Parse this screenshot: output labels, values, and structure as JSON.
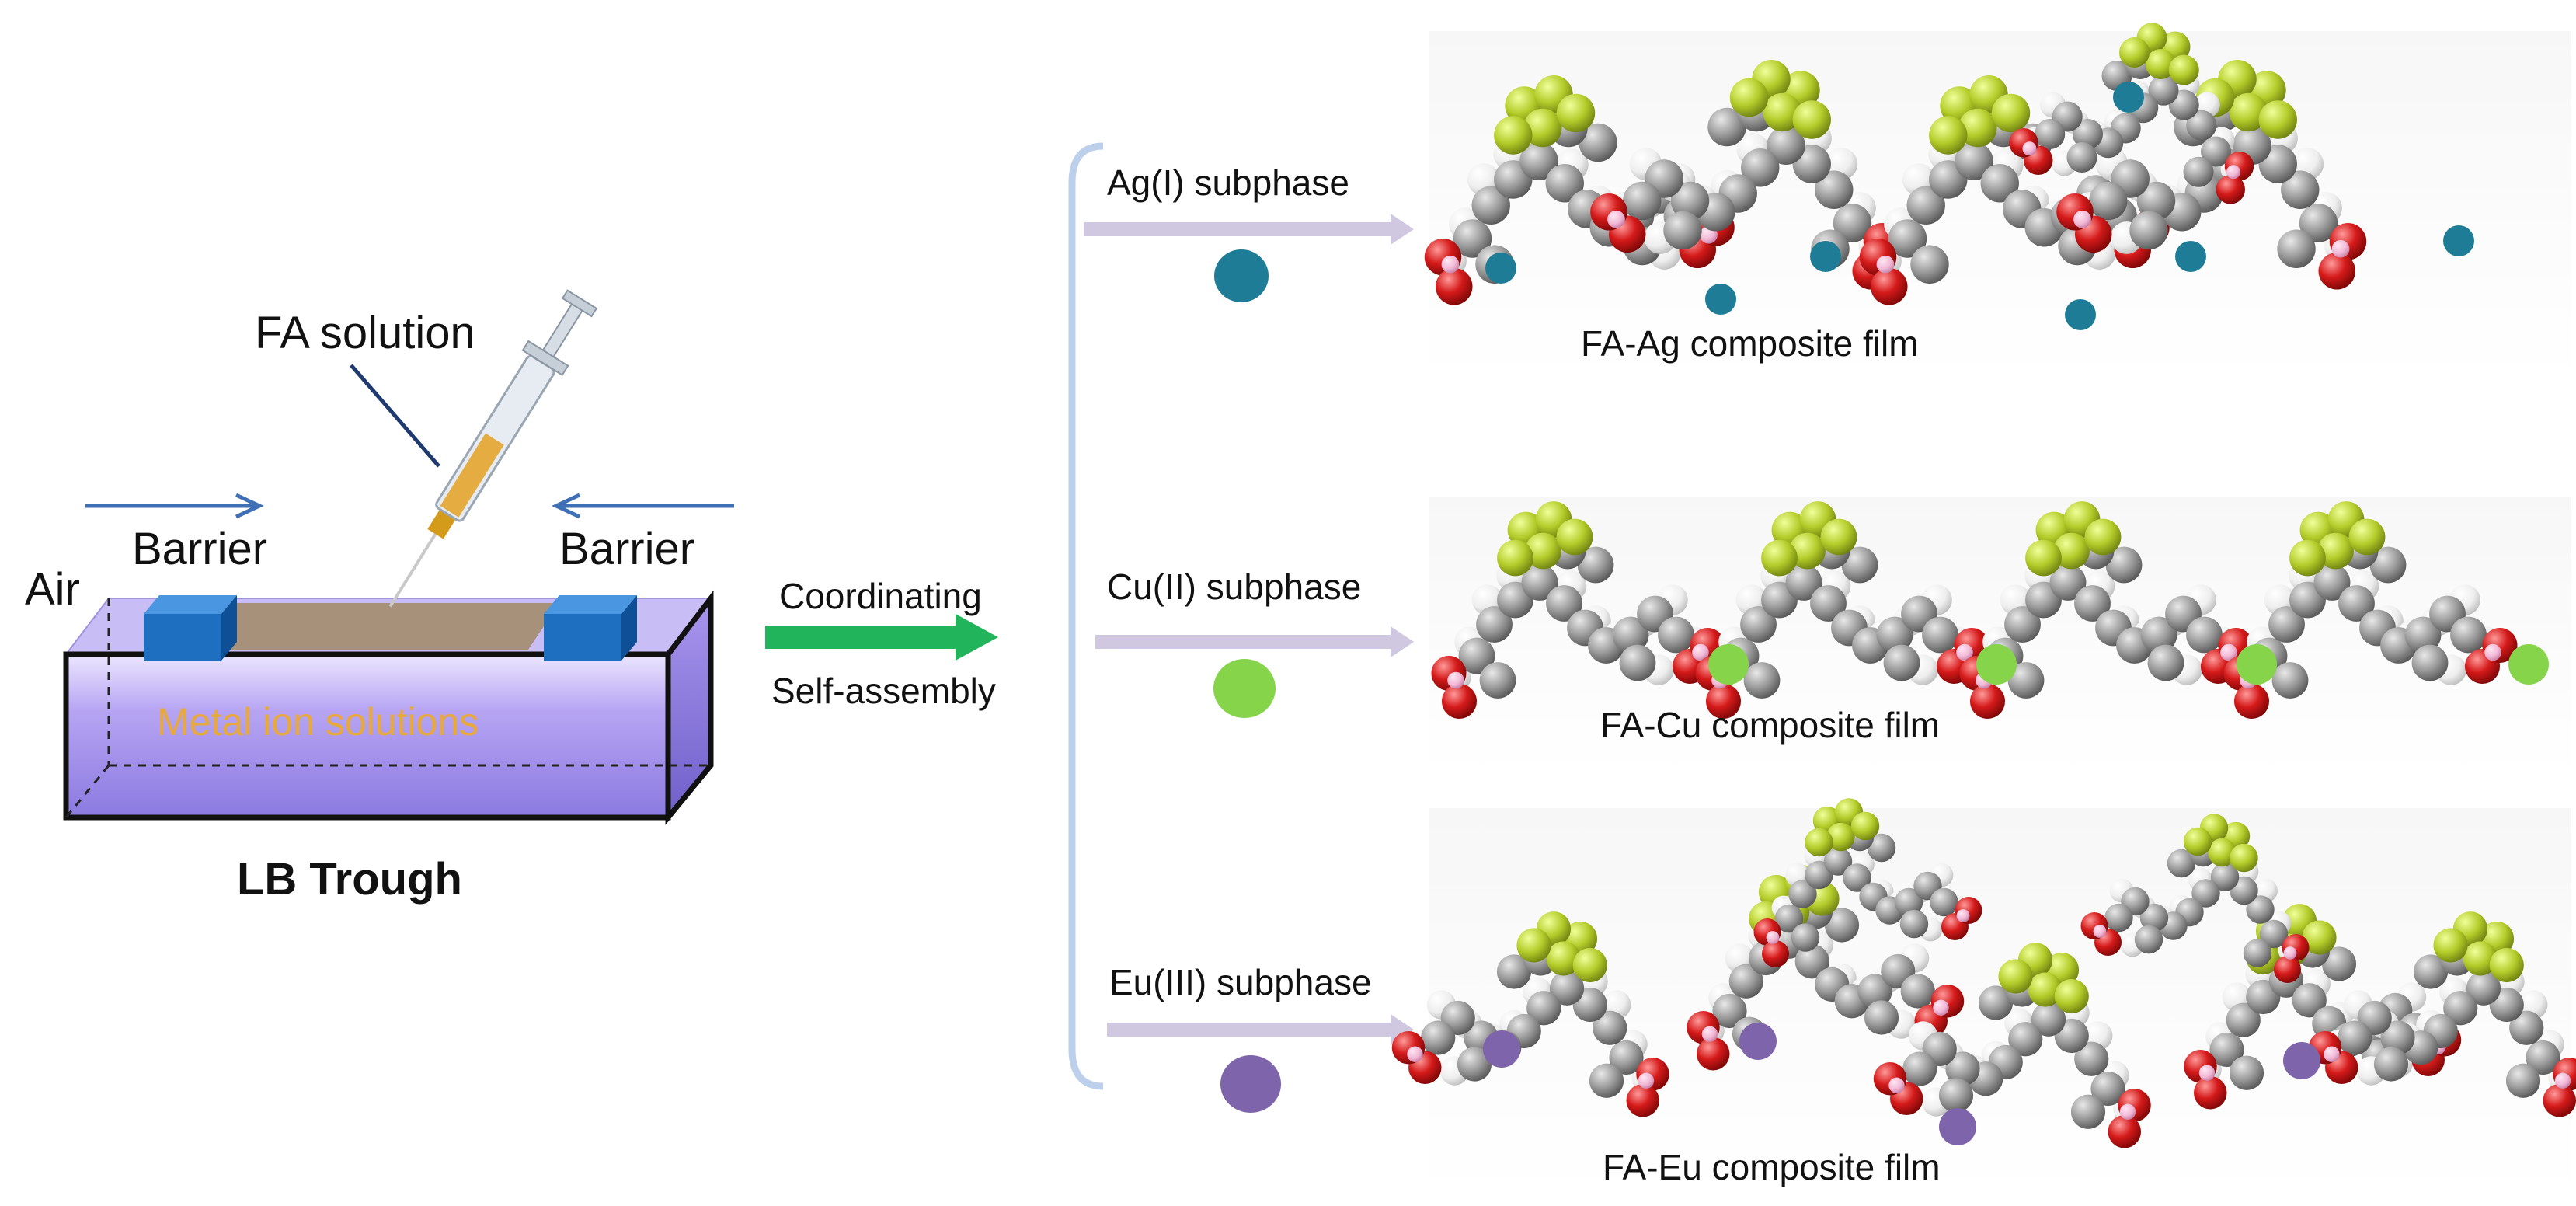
{
  "trough": {
    "fa_solution": "FA solution",
    "barrier_left": "Barrier",
    "barrier_right": "Barrier",
    "air": "Air",
    "metal_ion_solutions": "Metal ion solutions",
    "title": "LB Trough",
    "colors": {
      "barrier": "#1e6fc0",
      "water_top": "#b9a6f2",
      "water_bottom": "#8f7ee0",
      "film": "#a58e73",
      "arrow": "#3f6fb5"
    }
  },
  "process": {
    "line1": "Coordinating",
    "line2": "Self-assembly",
    "arrow_color": "#22b45a"
  },
  "branches": [
    {
      "subphase": "Ag(I) subphase",
      "film": "FA-Ag composite film",
      "ion_color": "#1e7c96"
    },
    {
      "subphase": "Cu(II) subphase",
      "film": "FA-Cu composite film",
      "ion_color": "#86d44a"
    },
    {
      "subphase": "Eu(III) subphase",
      "film": "FA-Eu composite film",
      "ion_color": "#7e64aa"
    }
  ],
  "atom_colors": {
    "carbon": "#8e8e8e",
    "hydrogen": "#f2f2f2",
    "oxygen": "#d51a1a",
    "fluorine": "#b4cc2a",
    "acid_h": "#f1b9d6"
  }
}
